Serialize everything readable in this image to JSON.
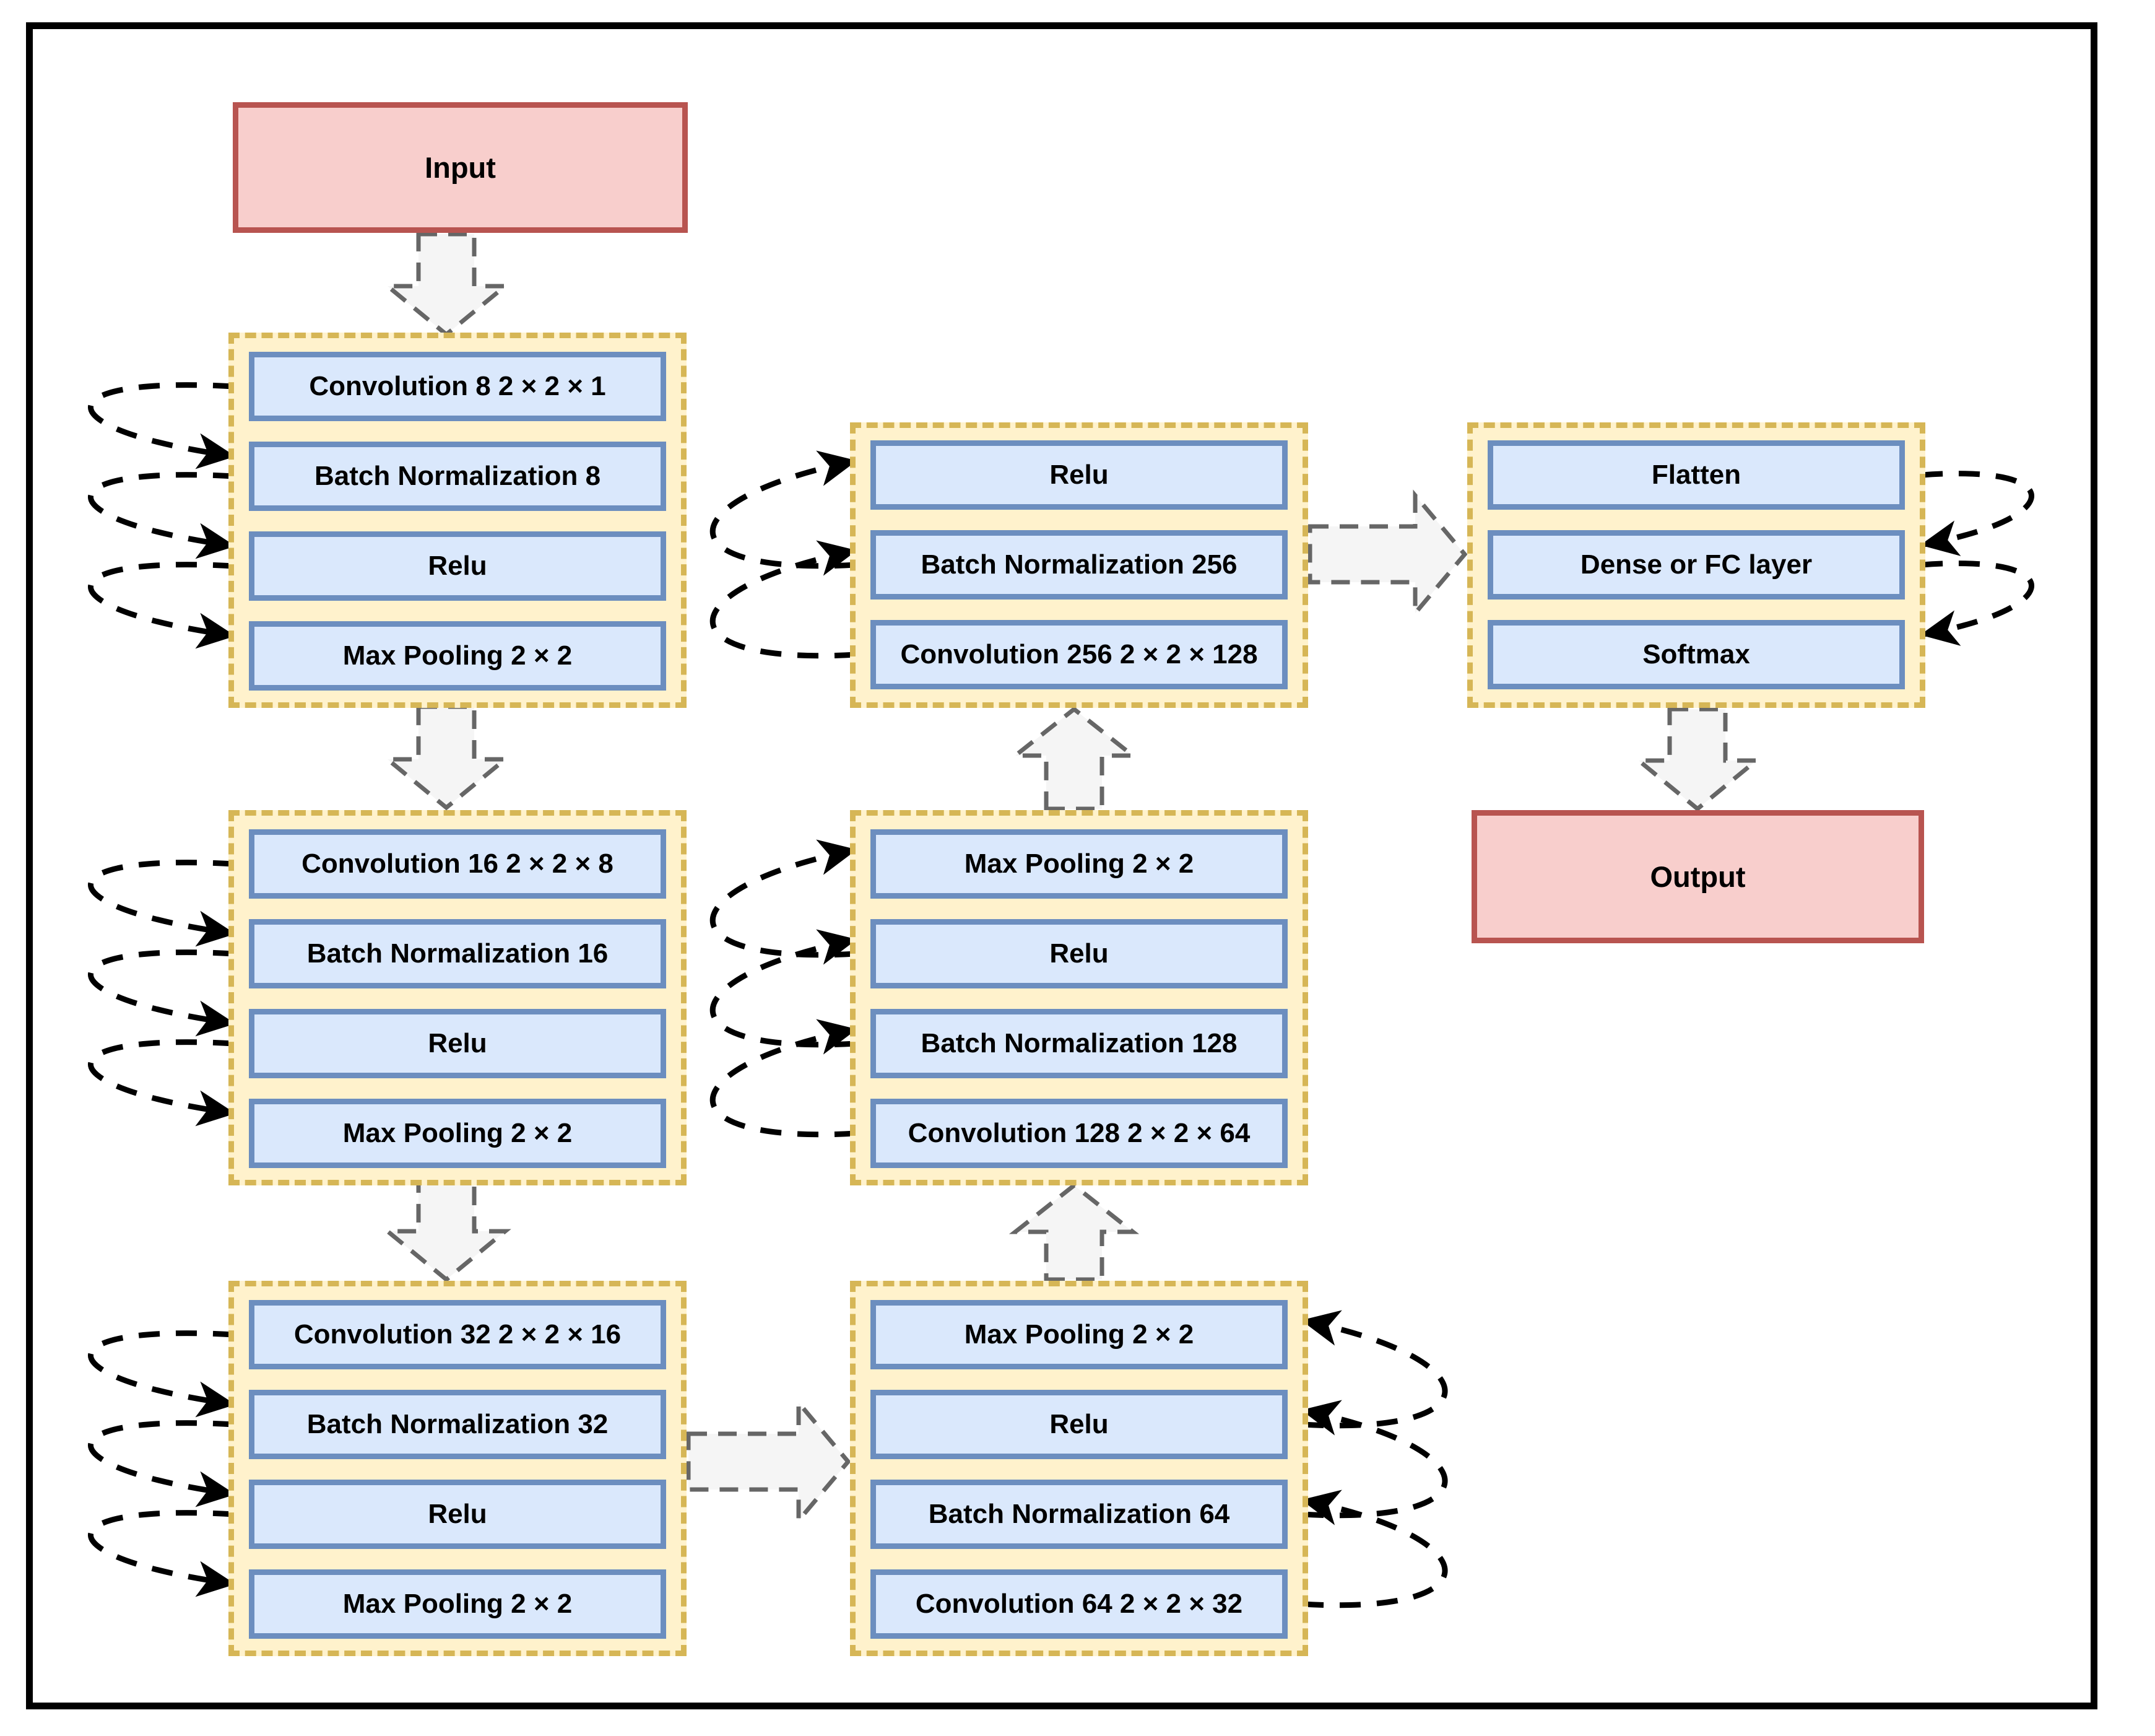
{
  "diagram": {
    "type": "cnn-architecture-flowchart",
    "terminals": {
      "input": "Input",
      "output": "Output"
    },
    "blocks": [
      {
        "name": "conv-block-1",
        "layers": [
          "Convolution 8 2 × 2 × 1",
          "Batch Normalization 8",
          "Relu",
          "Max Pooling 2 × 2"
        ]
      },
      {
        "name": "conv-block-2",
        "layers": [
          "Convolution 16 2 × 2 × 8",
          "Batch Normalization 16",
          "Relu",
          "Max Pooling 2 × 2"
        ]
      },
      {
        "name": "conv-block-3",
        "layers": [
          "Convolution 32 2 × 2 × 16",
          "Batch Normalization 32",
          "Relu",
          "Max Pooling 2 × 2"
        ]
      },
      {
        "name": "conv-block-4",
        "layers": [
          "Max Pooling 2 × 2",
          "Relu",
          "Batch Normalization 64",
          "Convolution 64 2 × 2 × 32"
        ]
      },
      {
        "name": "conv-block-5",
        "layers": [
          "Max Pooling 2 × 2",
          "Relu",
          "Batch Normalization 128",
          "Convolution 128 2 × 2 × 64"
        ]
      },
      {
        "name": "conv-block-6",
        "layers": [
          "Relu",
          "Batch Normalization 256",
          "Convolution 256 2 × 2 × 128"
        ]
      },
      {
        "name": "classifier-block",
        "layers": [
          "Flatten",
          "Dense or FC layer",
          "Softmax"
        ]
      }
    ],
    "flow": [
      "Input → conv-block-1",
      "conv-block-1 → conv-block-2",
      "conv-block-2 → conv-block-3",
      "conv-block-3 → conv-block-4",
      "conv-block-4 → conv-block-5",
      "conv-block-5 → conv-block-6",
      "conv-block-6 → classifier-block",
      "classifier-block → Output"
    ],
    "loop_arrows": "dashed arrows link each layer to the next layer inside every block",
    "colors": {
      "terminal_fill": "#f8cecc",
      "terminal_border": "#b85450",
      "block_fill": "#fff2cc",
      "block_border": "#d6b656",
      "layer_fill": "#dae8fc",
      "layer_border": "#6c8ebf",
      "flow_arrow_fill": "#f5f5f5",
      "flow_arrow_outline": "#666666",
      "loop_arrow": "#000000",
      "frame": "#000000",
      "background": "#ffffff"
    }
  }
}
